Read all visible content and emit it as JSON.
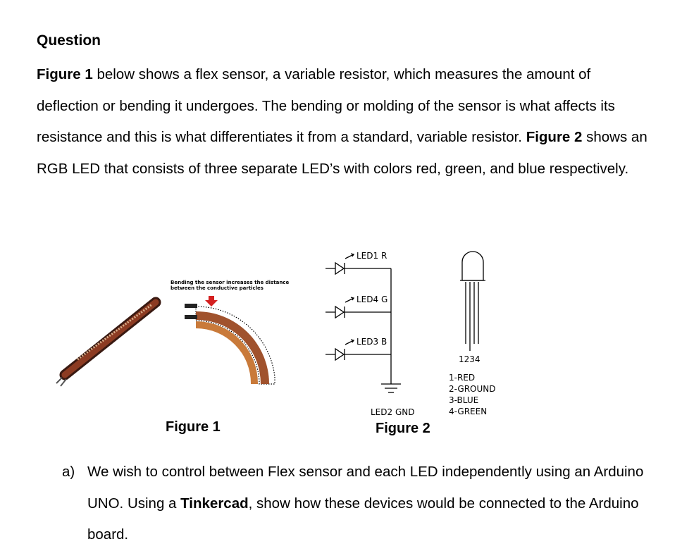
{
  "heading": "Question",
  "paragraph": {
    "fig1_ref": "Figure 1",
    "text1": " below shows a flex sensor, a variable resistor, which measures the amount of deflection or bending it undergoes. The bending or molding of the sensor is what affects its resistance and this is what differentiates it from a standard, variable resistor. ",
    "fig2_ref": "Figure 2",
    "text2": " shows an RGB LED that consists of three separate LED’s with colors red, green, and blue respectively."
  },
  "figure1": {
    "caption": "Figure 1",
    "annotation_line1": "Bending the sensor increases the distance",
    "annotation_line2": "between the conductive particles"
  },
  "figure2": {
    "caption": "Figure 2",
    "led1": "LED1 R",
    "led4": "LED4 G",
    "led3": "LED3 B",
    "gnd": "LED2 GND",
    "pins": "1234",
    "pin_legend": [
      "1-RED",
      "2-GROUND",
      "3-BLUE",
      "4-GREEN"
    ]
  },
  "question_a": {
    "marker": "a)",
    "text1": "We wish to control between Flex sensor and each LED independently using an Arduino UNO. Using a ",
    "bold": "Tinkercad",
    "text2": ", show how these devices would be connected to the Arduino board."
  }
}
